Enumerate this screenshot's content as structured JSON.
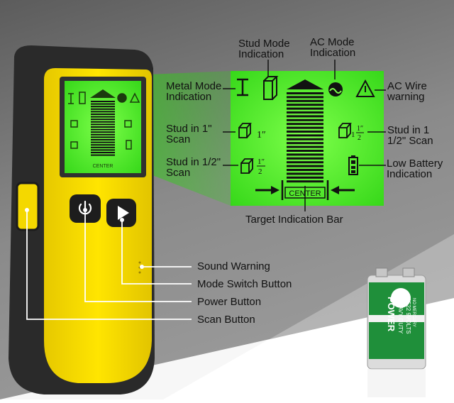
{
  "colors": {
    "background_top": "#6f6f6f",
    "background_bottom": "#ffffff",
    "housing_dark": "#2b2b2b",
    "housing_yellow": "#f4d800",
    "lcd_green": "#4cff2a",
    "lcd_glow": "#3ce11a",
    "callout_line": "#ffffff",
    "battery_green": "#1f8f3a"
  },
  "icons": [
    "metal-mode-icon",
    "stud-mode-icon",
    "ac-mode-icon",
    "ac-wire-warning-icon",
    "stud-1in-icon",
    "stud-1-5in-icon",
    "stud-half-in-icon",
    "low-battery-icon",
    "left-arrow-icon",
    "right-arrow-icon",
    "power-icon",
    "play-icon"
  ],
  "lcd": {
    "center_text": "CENTER",
    "one_inch": "1″",
    "half_inch_num": "1″",
    "half_inch_den": "2",
    "one_half_whole": "1",
    "one_half_num": "1″",
    "one_half_den": "2"
  },
  "labels": {
    "stud_mode": "Stud Mode\nIndication",
    "ac_mode": "AC Mode\nIndication",
    "metal_mode": "Metal Mode\nIndication",
    "ac_wire": "AC Wire\nwarning",
    "stud_1in": "Stud in 1\"\nScan",
    "stud_1_5in": "Stud in 1\n1/2\" Scan",
    "stud_half": "Stud in 1/2\"\nScan",
    "low_battery": "Low Battery\nIndication",
    "target_bar": "Target Indication Bar",
    "sound_warning": "Sound Warning",
    "mode_switch": "Mode Switch Button",
    "power_button": "Power Button",
    "scan_button": "Scan Button"
  },
  "battery": {
    "brand": "POWER",
    "sub": "HEAVY DUTY",
    "model": "6F22 9VOLTS",
    "extra": "NO MERCURY"
  }
}
